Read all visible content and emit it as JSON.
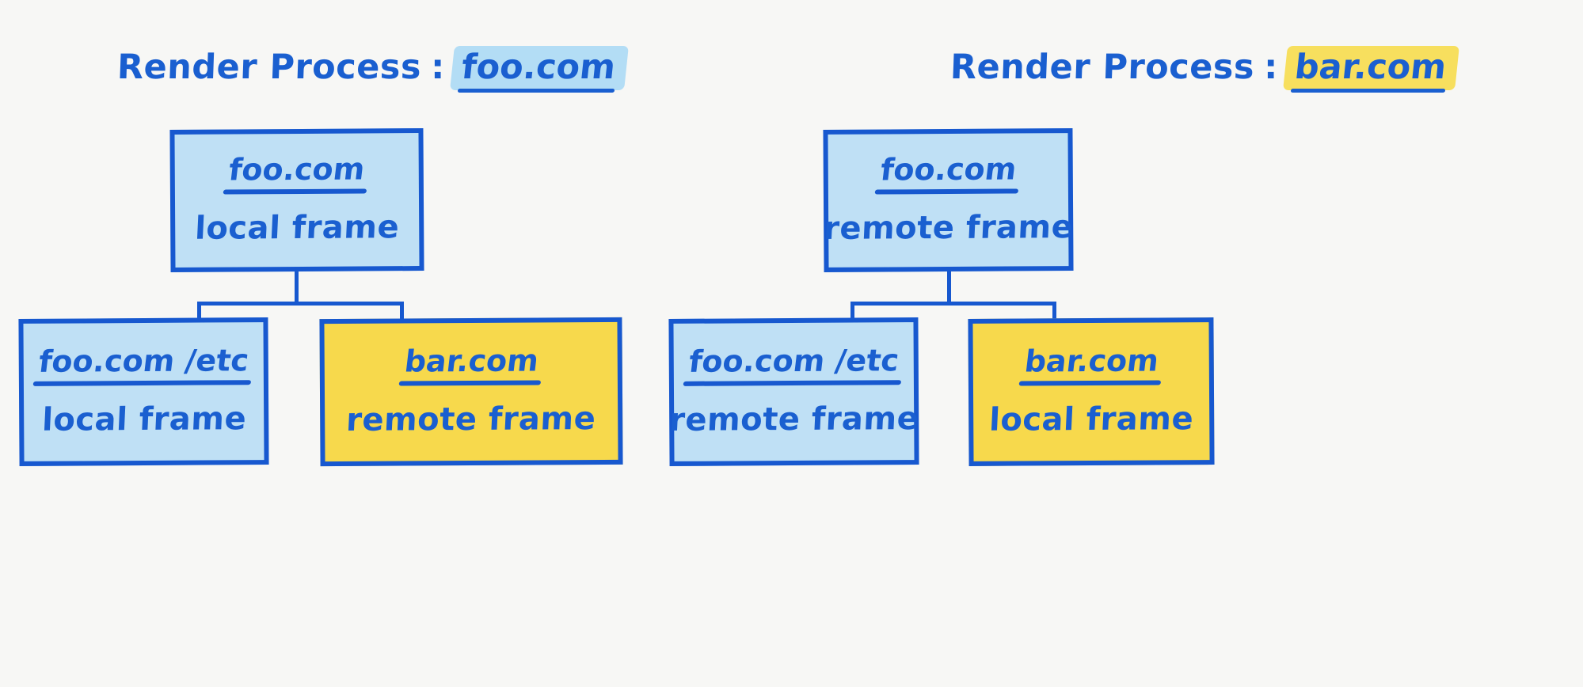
{
  "page": {
    "background_color": "#f7f7f5",
    "ink_color": "#1a5fd0",
    "highlight_blue": "#b3ddf5",
    "highlight_yellow": "#f7df5e",
    "fill_blue": "#bfe0f5",
    "fill_yellow": "#f7d94c",
    "border_color": "#1758cf"
  },
  "diagrams": [
    {
      "id": "left",
      "title": {
        "label": "Render Process",
        "separator": ":",
        "domain": "foo.com",
        "highlight": "blue"
      },
      "root": {
        "domain": "foo.com",
        "frame": "local frame",
        "fill": "blue"
      },
      "children": [
        {
          "domain": "foo.com /etc",
          "frame": "local frame",
          "fill": "blue"
        },
        {
          "domain": "bar.com",
          "frame": "remote frame",
          "fill": "yellow"
        }
      ]
    },
    {
      "id": "right",
      "title": {
        "label": "Render Process",
        "separator": ":",
        "domain": "bar.com",
        "highlight": "yellow"
      },
      "root": {
        "domain": "foo.com",
        "frame": "remote frame",
        "fill": "blue"
      },
      "children": [
        {
          "domain": "foo.com /etc",
          "frame": "remote frame",
          "fill": "blue"
        },
        {
          "domain": "bar.com",
          "frame": "local frame",
          "fill": "yellow"
        }
      ]
    }
  ]
}
